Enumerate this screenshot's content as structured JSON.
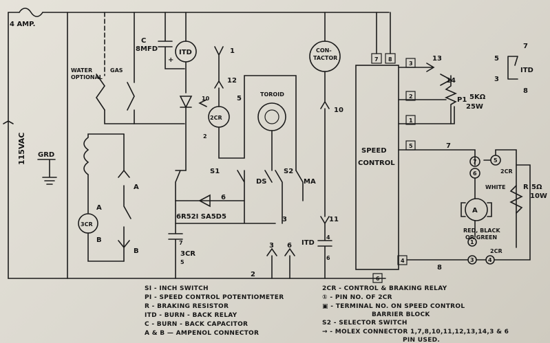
{
  "fuse": {
    "label": "4 AMP."
  },
  "supply": {
    "voltage": "115VAC",
    "ground": "GRD"
  },
  "branches": {
    "water": "WATER",
    "optional": "OPTIONAL",
    "gas": "GAS"
  },
  "capacitor": {
    "ref": "C",
    "value": "8MFD",
    "plus": "+"
  },
  "itd": {
    "label": "ITD"
  },
  "contactor": {
    "line1": "CON-",
    "line2": "TACTOR"
  },
  "toroid": {
    "label": "TOROID"
  },
  "relay_2cr": {
    "label": "2CR",
    "pin10": "10",
    "pin2": "2"
  },
  "relay_3cr": {
    "label": "3CR",
    "pinA": "A",
    "pinB": "B",
    "label2": "3CR",
    "pin7": "7",
    "pin5": "5"
  },
  "connector_labels": {
    "A": "A",
    "B": "B"
  },
  "switches": {
    "s1": "S1",
    "s2": "S2",
    "ds": "DS",
    "ma": "MA"
  },
  "diode_label": "6R52I SA5D5",
  "wire_numbers": {
    "w1": "1",
    "w12": "12",
    "w5": "5",
    "w6": "6",
    "w3": "3",
    "w2": "2",
    "w10": "10",
    "w11": "11",
    "w13": "13",
    "w14": "14",
    "w7": "7",
    "w8": "8",
    "m3": "3",
    "m6": "6"
  },
  "itd_bottom": {
    "label": "ITD",
    "pin4": "4",
    "pin6": "6"
  },
  "speed_control": {
    "line1": "SPEED",
    "line2": "CONTROL"
  },
  "terminals": {
    "t7": "7",
    "t8": "8",
    "t3": "3",
    "t2": "2",
    "t1": "1",
    "t5": "5",
    "t4": "4",
    "t6": "6"
  },
  "potentiometer": {
    "ref": "P1",
    "value": "5KΩ",
    "power": "25W"
  },
  "motor": {
    "label": "A",
    "white": "WHITE",
    "color_line1": "RED, BLACK",
    "color_line2": "OR GREEN"
  },
  "motor_relay": {
    "pin7": "7",
    "pin5": "5",
    "label_top": "2CR",
    "pin6": "6",
    "pin1": "1",
    "pin3": "3",
    "pin4": "4",
    "label_bot": "2CR"
  },
  "brake_resistor": {
    "ref": "R",
    "value": "5Ω",
    "power": "10W"
  },
  "itd_key": {
    "p5": "5",
    "p3": "3",
    "p7": "7",
    "p8": "8",
    "label": "ITD"
  },
  "legend_left": [
    "SI - INCH SWITCH",
    "PI - SPEED CONTROL POTENTIOMETER",
    "R - BRAKING RESISTOR",
    "ITD - BURN - BACK RELAY",
    "C - BURN - BACK CAPACITOR",
    "A & B — AMPENOL CONNECTOR"
  ],
  "legend_right": [
    "2CR - CONTROL & BRAKING RELAY",
    "① - PIN NO. OF 2CR",
    "▣ - TERMINAL NO. ON SPEED CONTROL",
    "BARRIER BLOCK",
    "S2 - SELECTOR SWITCH",
    "→ - MOLEX CONNECTOR 1,7,8,10,11,12,13,14,3 & 6",
    "PIN USED."
  ]
}
